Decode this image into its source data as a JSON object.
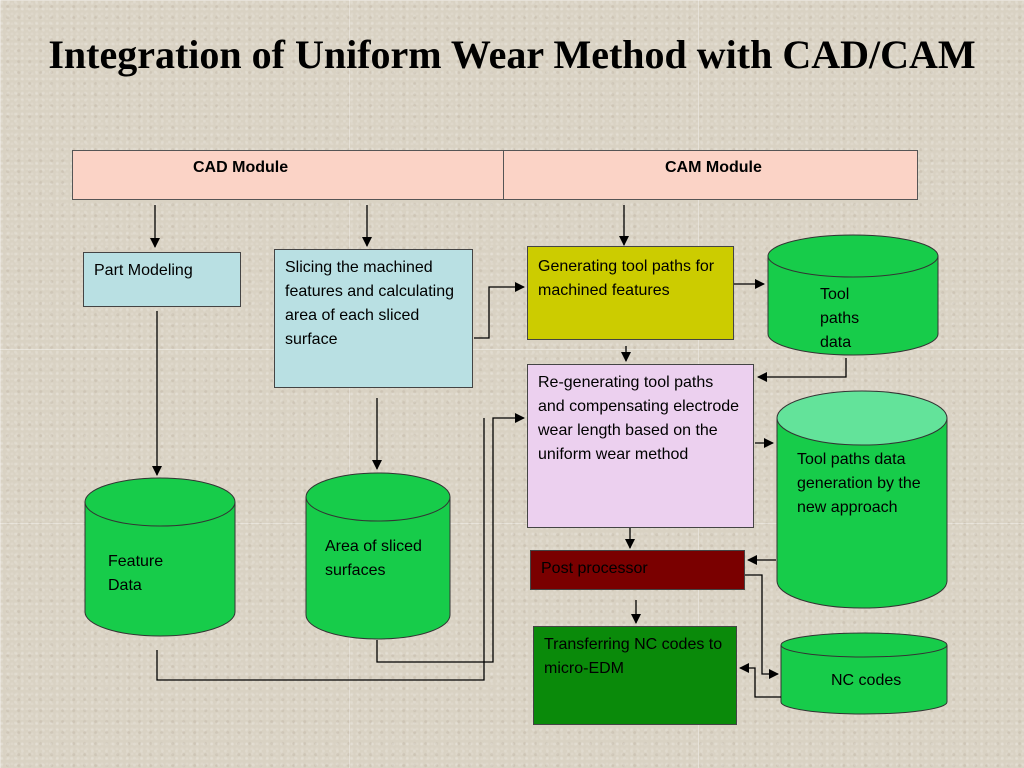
{
  "title": "Integration of Uniform Wear Method with CAD/CAM",
  "header": {
    "cad_label": "CAD  Module",
    "cam_label": "CAM Module"
  },
  "boxes": {
    "part_modeling": "Part Modeling",
    "slicing": "Slicing the machined features and calculating area of each sliced surface",
    "generating": "Generating tool paths for machined features",
    "regenerating": "Re-generating tool paths and compensating electrode wear length based on the uniform wear method",
    "post_processor": "Post processor",
    "transferring": "Transferring NC codes to micro-EDM"
  },
  "databases": {
    "tool_paths_data": "Tool paths data",
    "tool_paths_new": "Tool paths data generation by the new approach",
    "feature_data": "Feature Data",
    "area_sliced": "Area of sliced surfaces",
    "nc_codes": "NC codes"
  },
  "colors": {
    "header_bg": "#fbd3c6",
    "cad_box": "#b9e0e3",
    "generating_box": "#cccc00",
    "regenerating_box": "#ecd0ef",
    "post_processor_box": "#7a0000",
    "transferring_box": "#0a8a0a",
    "database_green": "#17cc4a",
    "database_light_green": "#63e39a"
  }
}
